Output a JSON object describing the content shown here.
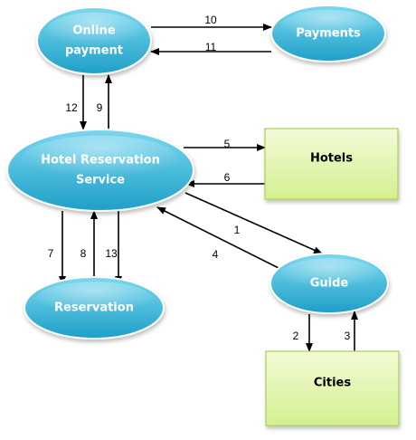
{
  "nodes": {
    "online_payment": {
      "lines": [
        "Online",
        "payment"
      ],
      "shape": "ellipse"
    },
    "payments": {
      "lines": [
        "Payments"
      ],
      "shape": "ellipse"
    },
    "hotel_reservation_service": {
      "lines": [
        "Hotel Reservation",
        "Service"
      ],
      "shape": "ellipse"
    },
    "hotels": {
      "lines": [
        "Hotels"
      ],
      "shape": "rectangle"
    },
    "guide": {
      "lines": [
        "Guide"
      ],
      "shape": "ellipse"
    },
    "reservation": {
      "lines": [
        "Reservation"
      ],
      "shape": "ellipse"
    },
    "cities": {
      "lines": [
        "Cities"
      ],
      "shape": "rectangle"
    }
  },
  "edges": [
    {
      "label": "1",
      "from": "hotel_reservation_service",
      "to": "guide"
    },
    {
      "label": "2",
      "from": "guide",
      "to": "cities"
    },
    {
      "label": "3",
      "from": "cities",
      "to": "guide"
    },
    {
      "label": "4",
      "from": "guide",
      "to": "hotel_reservation_service"
    },
    {
      "label": "5",
      "from": "hotel_reservation_service",
      "to": "hotels"
    },
    {
      "label": "6",
      "from": "hotels",
      "to": "hotel_reservation_service"
    },
    {
      "label": "7",
      "from": "hotel_reservation_service",
      "to": "reservation"
    },
    {
      "label": "8",
      "from": "reservation",
      "to": "hotel_reservation_service"
    },
    {
      "label": "9",
      "from": "hotel_reservation_service",
      "to": "online_payment"
    },
    {
      "label": "10",
      "from": "online_payment",
      "to": "payments"
    },
    {
      "label": "11",
      "from": "payments",
      "to": "online_payment"
    },
    {
      "label": "12",
      "from": "online_payment",
      "to": "hotel_reservation_service"
    },
    {
      "label": "13",
      "from": "hotel_reservation_service",
      "to": "reservation"
    }
  ],
  "colors": {
    "ellipse_fill_top": "#7ad8ef",
    "ellipse_fill_bottom": "#1e9fc8",
    "ellipse_text": "#ffffff",
    "rect_fill_top": "#f2fbd8",
    "rect_fill_bottom": "#d4f08f",
    "rect_stroke": "#a9cf5b",
    "rect_text": "#000000",
    "arrow": "#000000"
  }
}
